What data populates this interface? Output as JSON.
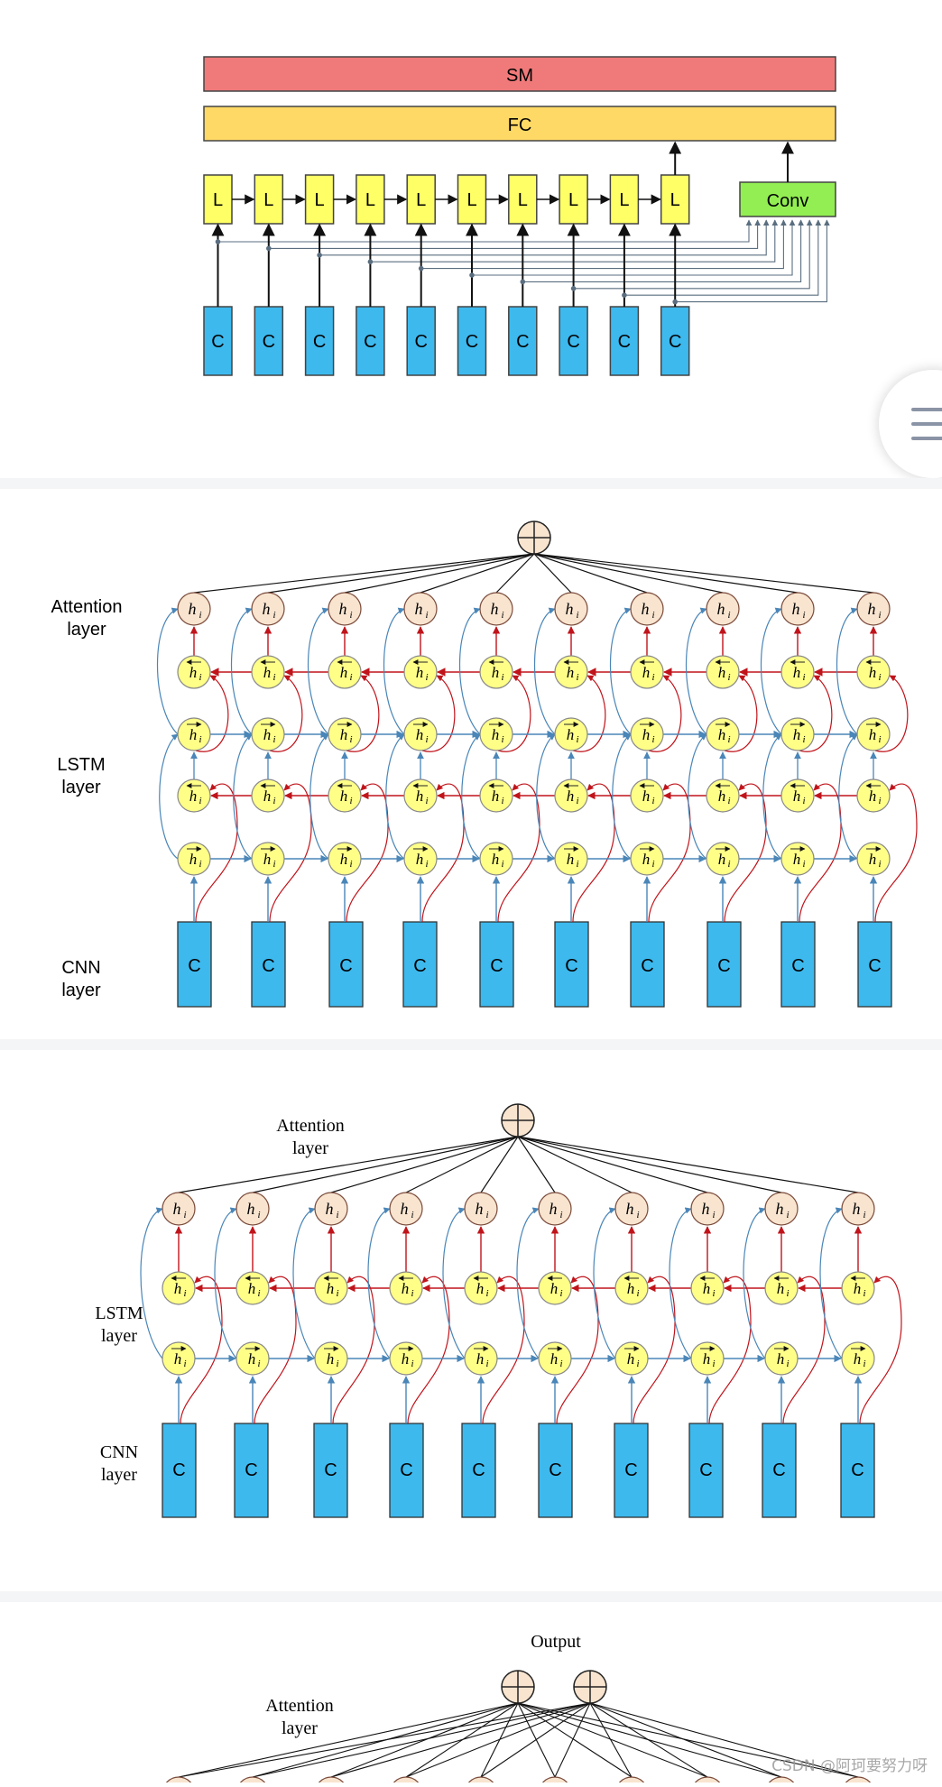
{
  "diagram1": {
    "sm_label": "SM",
    "fc_label": "FC",
    "lstm_label": "L",
    "cnn_label": "C",
    "conv_label": "Conv",
    "count": 10,
    "colors": {
      "sm": "#f07a7a",
      "fc": "#ffd966",
      "lstm": "#ffff66",
      "cnn": "#3db9ee",
      "conv": "#92ee52"
    }
  },
  "diagram2": {
    "attention_label_line1": "Attention",
    "attention_label_line2": "layer",
    "lstm_label_line1": "LSTM",
    "lstm_label_line2": "layer",
    "cnn_label_line1": "CNN",
    "cnn_label_line2": "layer",
    "cnn_box_label": "C",
    "count": 10
  },
  "diagram3": {
    "attention_label_line1": "Attention",
    "attention_label_line2": "layer",
    "lstm_label_line1": "LSTM",
    "lstm_label_line2": "layer",
    "cnn_label_line1": "CNN",
    "cnn_label_line2": "layer",
    "cnn_box_label": "C",
    "count": 10
  },
  "diagram4": {
    "output_label": "Output",
    "attention_label_line1": "Attention",
    "attention_label_line2": "layer"
  },
  "watermark": "CSDN @阿珂要努力呀",
  "colors": {
    "attention_node": "#f8e4cf",
    "lstm_node": "#ffff88",
    "cnn_box": "#3db9ee",
    "forward_arrow": "#4a86b8",
    "backward_arrow": "#c0141b"
  }
}
